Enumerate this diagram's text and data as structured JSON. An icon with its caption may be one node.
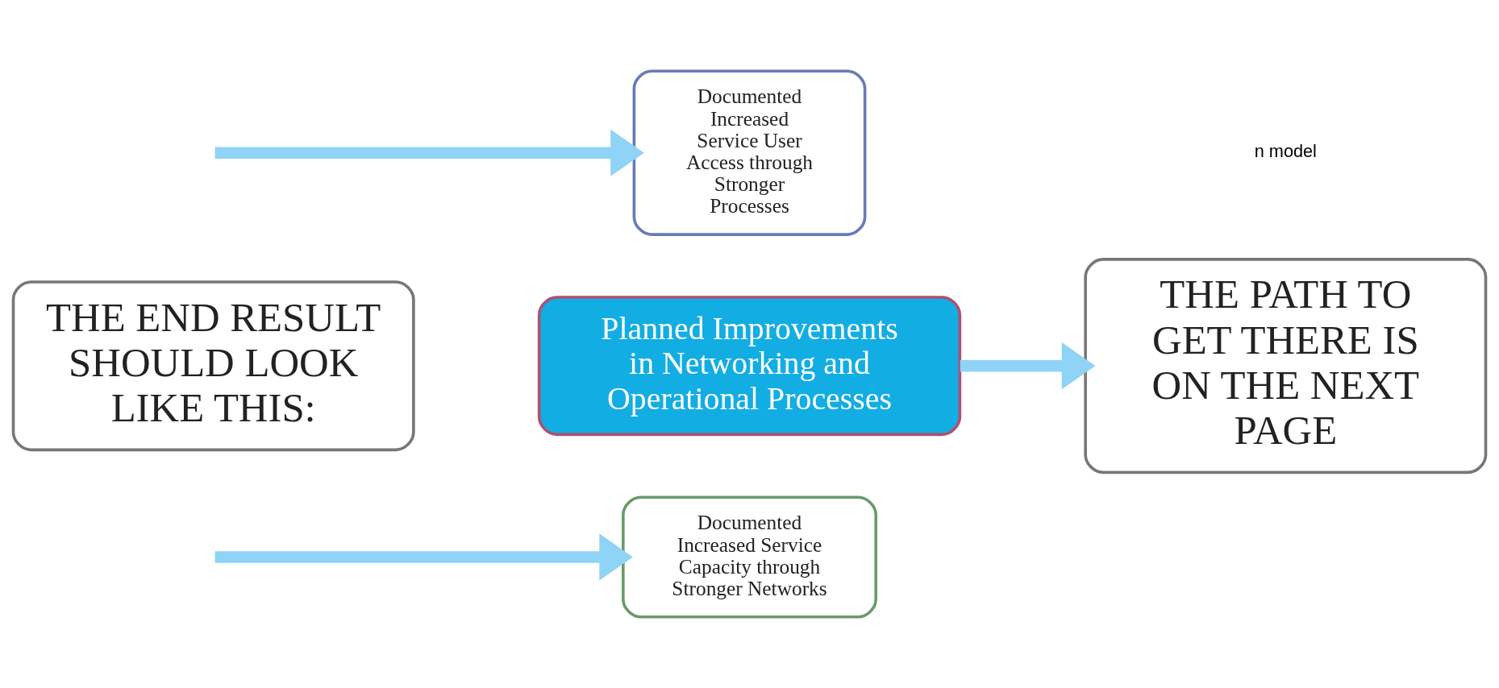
{
  "diagram": {
    "nodes": [
      {
        "text": [
          "Documented Increased Service Capacity through Stronger Networks"
        ]
      },
      {
        "text": [
          "THE END RESULT SHOULD LOOK LIKE THIS:"
        ]
      },
      {
        "text": [
          "Planned Improvements in Networking and Operational Processes"
        ]
      },
      {
        "text": [
          "THE PATH TO GET THERE IS ON THE NEXT PAGE"
        ]
      },
      {
        "text": [
          "Documented Increased Service User Access through Stronger Processes"
        ]
      }
    ],
    "edges": [
      {
        "from": null,
        "to": 0,
        "arrow": "to"
      },
      {
        "from": 2,
        "to": 3,
        "arrow": "to"
      },
      {
        "from": null,
        "to": 4,
        "arrow": "to"
      }
    ],
    "labels": [
      "n model"
    ]
  }
}
